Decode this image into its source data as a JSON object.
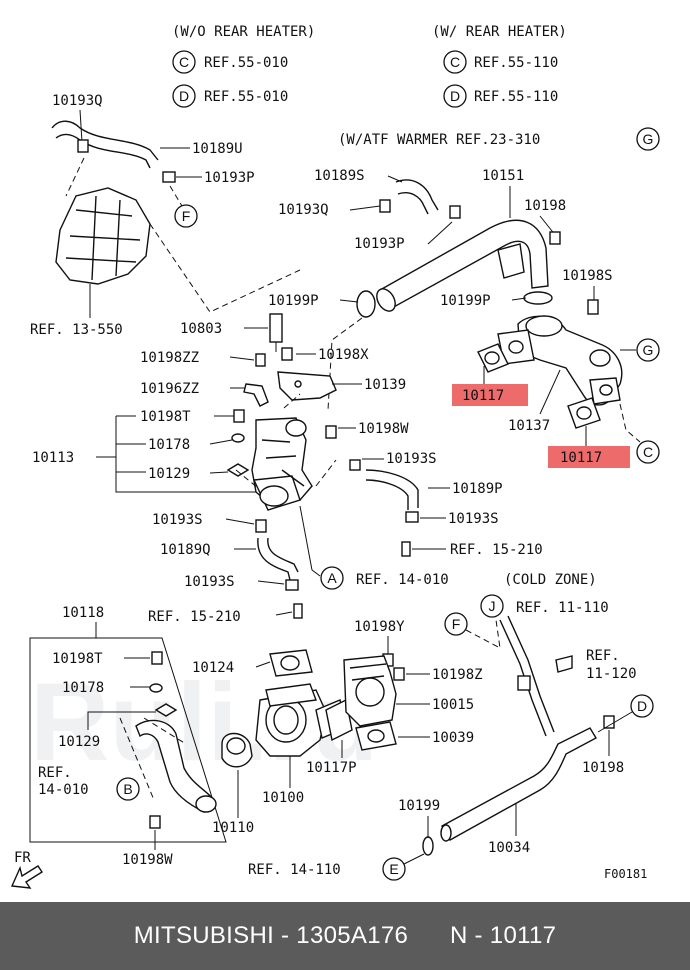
{
  "header": {
    "wo_rear_heater": "(W/O REAR HEATER)",
    "w_rear_heater": "(W/ REAR HEATER)",
    "c_ref_wo": "REF.55-010",
    "d_ref_wo": "REF.55-010",
    "c_ref_w": "REF.55-110",
    "d_ref_w": "REF.55-110",
    "atf_warmer": "(W/ATF WARMER REF.23-310"
  },
  "callouts": {
    "c": "C",
    "d": "D",
    "g": "G",
    "f": "F",
    "a": "A",
    "b": "B",
    "e": "E",
    "j": "J"
  },
  "labels": {
    "p10193q": "10193Q",
    "p10189u": "10189U",
    "p10193p_top": "10193P",
    "p10189s": "10189S",
    "p10193q_mid": "10193Q",
    "p10151": "10151",
    "p10198": "10198",
    "p10193p_mid": "10193P",
    "p10198s": "10198S",
    "ref13550": "REF. 13-550",
    "p10199p_left": "10199P",
    "p10199p_right": "10199P",
    "p10803": "10803",
    "p10198zz": "10198ZZ",
    "p10198x": "10198X",
    "p10196zz": "10196ZZ",
    "p10139": "10139",
    "p10117_a": "10117",
    "p10137": "10137",
    "p10117_b": "10117",
    "p10198t": "10198T",
    "p10198w": "10198W",
    "p10113": "10113",
    "p10178": "10178",
    "p10193s_a": "10193S",
    "p10129": "10129",
    "p10189p": "10189P",
    "p10193s_b": "10193S",
    "p10193s_c": "10193S",
    "p10189q": "10189Q",
    "ref15210_a": "REF. 15-210",
    "p10193s_d": "10193S",
    "ref14010_a": "REF. 14-010",
    "cold_zone": "(COLD ZONE)",
    "p10118": "10118",
    "ref15210_b": "REF. 15-210",
    "ref11110": "REF. 11-110",
    "p10198t_b": "10198T",
    "p10124": "10124",
    "p10198y": "10198Y",
    "ref_l1": "REF.",
    "ref_l2": "11-120",
    "p10178_b": "10178",
    "p10198z": "10198Z",
    "p10015": "10015",
    "p10129_b": "10129",
    "p10039": "10039",
    "ref14010_b1": "REF.",
    "ref14010_b2": "14-010",
    "p10117p": "10117P",
    "p10198_b": "10198",
    "p10100": "10100",
    "p10110": "10110",
    "p10199": "10199",
    "p10034": "10034",
    "p10198w_b": "10198W",
    "ref14110": "REF. 14-110",
    "fr": "FR",
    "fig_code": "F00181"
  },
  "watermark": "Ruli.ru",
  "footer": {
    "text": "MITSUBISHI - 1305A176      N - 10117"
  },
  "colors": {
    "highlight": "#ee6b6b",
    "footer_bg": "#5b5b5b",
    "footer_text": "#ffffff"
  }
}
